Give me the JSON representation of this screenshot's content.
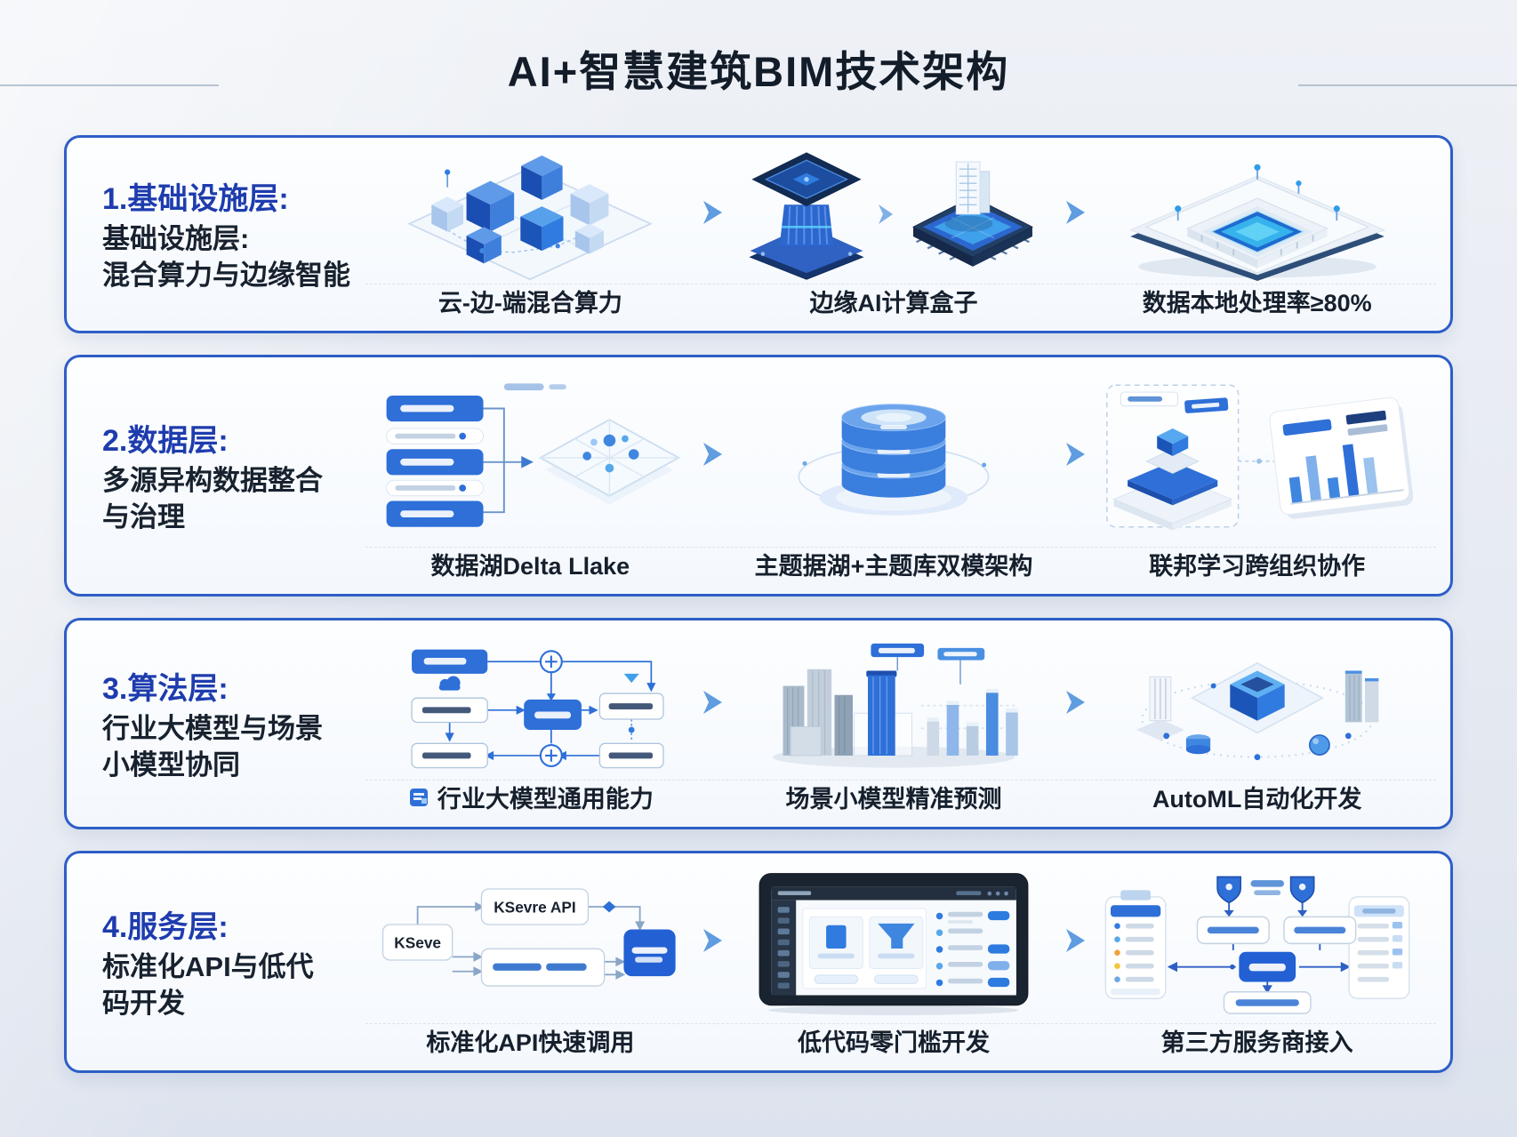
{
  "title": "AI+智慧建筑BIM技术架构",
  "colors": {
    "panel_border": "#2e5ec6",
    "heading_blue": "#1e3cae",
    "text_dark": "#18222f",
    "arrow_blue": "#5f9ce0",
    "primary_blue": "#2e6fd8",
    "background": "#e8ecf3"
  },
  "icons": {
    "flow_arrow": "chevron-right",
    "capability_badge": "blue-square-document",
    "shield": "shield-check"
  },
  "sections": [
    {
      "heading": "1.基础设施层:",
      "subtitle_lines": [
        "基础设施层:",
        "混合算力与边缘智能"
      ],
      "items": [
        {
          "caption": "云-边-端混合算力"
        },
        {
          "caption": "边缘AI计算盒子"
        },
        {
          "caption": "数据本地处理率≥80%"
        }
      ]
    },
    {
      "heading": "2.数据层:",
      "subtitle_lines": [
        "多源异构数据整合",
        "与治理"
      ],
      "items": [
        {
          "caption": "数据湖Delta Llake"
        },
        {
          "caption": "主题据湖+主题库双模架构"
        },
        {
          "caption": "联邦学习跨组织协作"
        }
      ]
    },
    {
      "heading": "3.算法层:",
      "subtitle_lines": [
        "行业大模型与场景",
        "小模型协同"
      ],
      "items": [
        {
          "caption": "行业大模型通用能力"
        },
        {
          "caption": "场景小模型精准预测"
        },
        {
          "caption": "AutoML自动化开发"
        }
      ]
    },
    {
      "heading": "4.服务层:",
      "subtitle_lines": [
        "标准化API与低代",
        "码开发"
      ],
      "items": [
        {
          "caption": "标准化API快速调用"
        },
        {
          "caption": "低代码零门槛开发"
        },
        {
          "caption": "第三方服务商接入"
        }
      ]
    }
  ],
  "flow_labels": {
    "kserve_box": "KSeve",
    "kserve_api_box": "KSevre API"
  }
}
